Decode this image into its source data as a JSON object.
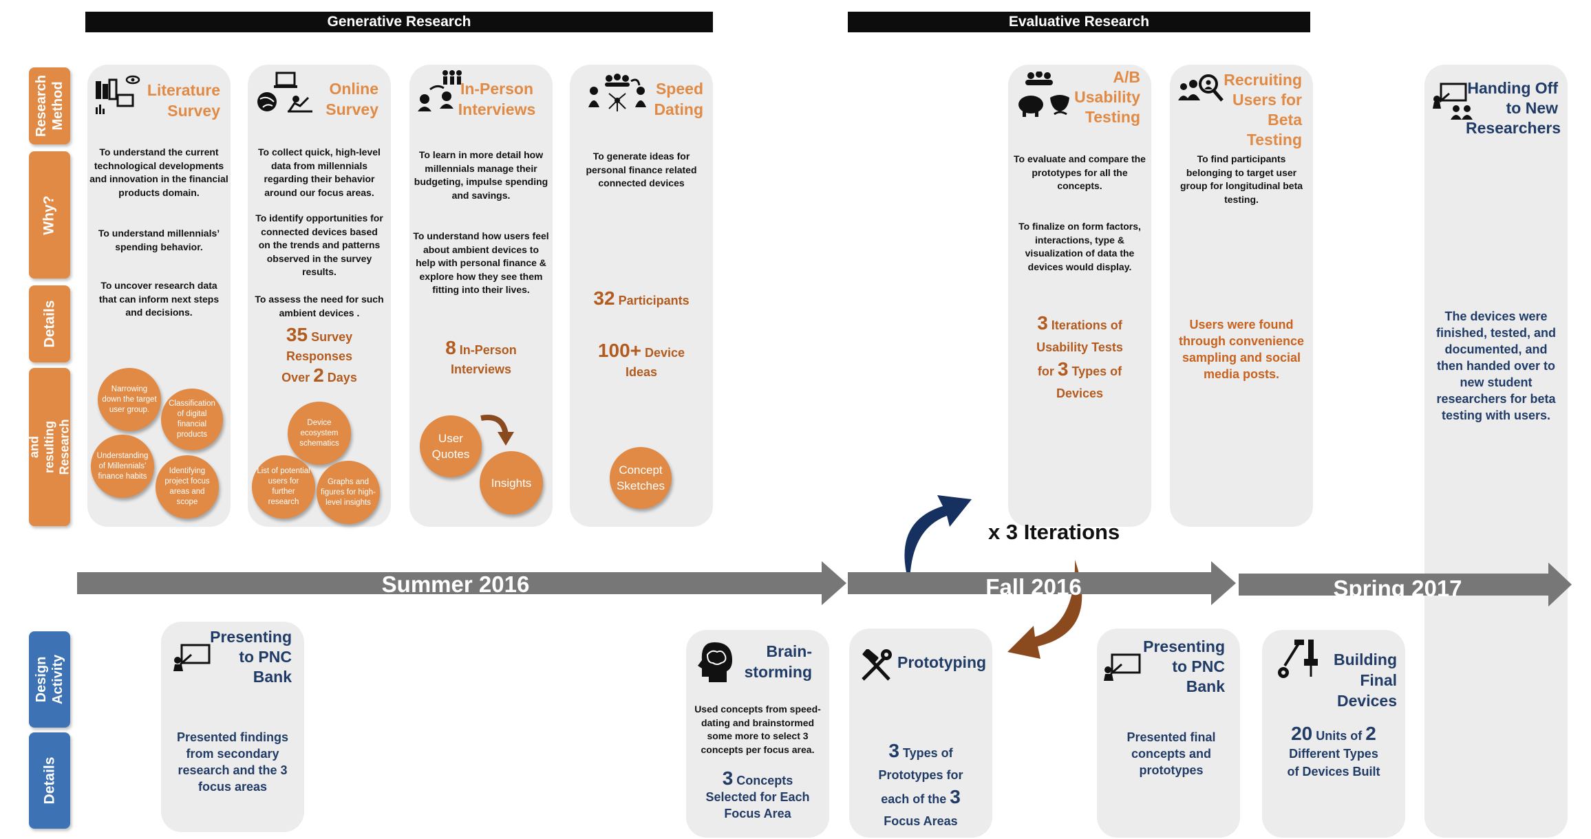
{
  "phases": {
    "generative": "Generative Research",
    "evaluative": "Evaluative Research"
  },
  "row_labels": {
    "research_method": "Research Method",
    "why": "Why?",
    "details": "Details",
    "synthesis": "Synthesis and resulting Research Artifacts",
    "design_activity": "Design Activity",
    "details_bottom": "Details"
  },
  "timeline": {
    "summer": "Summer 2016",
    "fall": "Fall 2016",
    "spring": "Spring 2017"
  },
  "iterations_label": "x 3 Iterations",
  "research": {
    "literature": {
      "title": [
        "Literature",
        "Survey"
      ],
      "why": [
        "To understand the current technological developments and innovation in the financial products domain.",
        "To understand millennials’ spending behavior.",
        "To uncover research data that can inform next steps and decisions."
      ],
      "bubbles": [
        "Narrowing down the target user group.",
        "Classification of digital financial products",
        "Understanding of Millennials’ finance habits",
        "Identifying project focus areas and scope"
      ]
    },
    "online": {
      "title": [
        "Online",
        "Survey"
      ],
      "why": [
        "To collect quick, high-level data from millennials regarding their behavior around our focus areas.",
        "To identify opportunities for connected devices based on the trends and patterns observed in the survey results.",
        "To assess the need for such ambient devices ."
      ],
      "stat_num": "35",
      "stat_a": "Survey",
      "stat_b": "Responses",
      "stat_c": "Over",
      "stat_num2": "2",
      "stat_d": "Days",
      "bubbles": [
        "Device ecosystem schematics",
        "List of potential users for further research",
        "Graphs and figures for high-level insights"
      ]
    },
    "interviews": {
      "title": [
        "In-Person",
        "Interviews"
      ],
      "why": [
        "To learn in more detail how millennials manage their budgeting, impulse spending and savings.",
        "To understand how users feel about ambient devices to help with personal finance & explore how they see them fitting into their lives."
      ],
      "stat_num": "8",
      "stat_a": "In-Person",
      "stat_b": "Interviews",
      "bubbles": [
        "User Quotes",
        "Insights"
      ]
    },
    "speed": {
      "title": [
        "Speed",
        "Dating"
      ],
      "why": [
        "To generate ideas for personal finance related connected devices"
      ],
      "stat1_num": "32",
      "stat1_text": "Participants",
      "stat2_num": "100+",
      "stat2_a": "Device",
      "stat2_b": "Ideas",
      "bubbles": [
        "Concept Sketches"
      ]
    },
    "ab": {
      "title": [
        "A/B",
        "Usability",
        "Testing"
      ],
      "why": [
        "To evaluate and compare the prototypes for all the concepts.",
        "To finalize on form factors, interactions,  type & visualization of data the devices would display."
      ],
      "stat_num": "3",
      "stat_a": "Iterations of",
      "stat_b": "Usability Tests",
      "stat_c": "for",
      "stat_num2": "3",
      "stat_d": "Types of",
      "stat_e": "Devices"
    },
    "recruiting": {
      "title": [
        "Recruiting",
        "Users for",
        "Beta Testing"
      ],
      "why": [
        "To find participants belonging to target user group for longitudinal beta testing."
      ],
      "detail": "Users were found through convenience sampling and social media posts."
    },
    "handoff": {
      "title": [
        "Handing Off",
        "to New",
        "Researchers"
      ],
      "detail": "The devices were finished, tested, and documented, and then handed over to new student researchers for beta testing with users."
    }
  },
  "design": {
    "present1": {
      "title": [
        "Presenting",
        "to PNC",
        "Bank"
      ],
      "detail": "Presented findings from secondary research and the 3 focus areas"
    },
    "brainstorm": {
      "title": [
        "Brain-",
        "storming"
      ],
      "desc": "Used  concepts from speed-dating and brainstormed some more to select 3 concepts per focus area.",
      "stat_num": "3",
      "stat_a": "Concepts",
      "stat_b": "Selected for Each",
      "stat_c": "Focus Area"
    },
    "prototyping": {
      "title": "Prototyping",
      "stat_num": "3",
      "stat_a": "Types of",
      "stat_b": "Prototypes for",
      "stat_c": "each of the",
      "stat_num2": "3",
      "stat_d": "Focus Areas"
    },
    "present2": {
      "title": [
        "Presenting",
        "to PNC",
        "Bank"
      ],
      "detail": "Presented final concepts and prototypes"
    },
    "building": {
      "title": [
        "Building",
        "Final Devices"
      ],
      "stat_num": "20",
      "stat_a": "Units of",
      "stat_num2": "2",
      "stat_b": "Different Types",
      "stat_c": "of Devices Built"
    }
  },
  "icons": {
    "literature": "books-eye-chart-icon",
    "online": "globe-laptop-user-icon",
    "interviews": "people-exchange-icon",
    "speed": "group-network-icon",
    "ab": "audience-piggybank-masks-icon",
    "recruiting": "magnifier-group-icon",
    "handoff": "presenter-board-group-icon",
    "present": "presenter-board-icon",
    "brainstorm": "head-brain-icon",
    "prototyping": "hammer-wrench-icon",
    "building": "tools-gear-drill-icon"
  },
  "colors": {
    "orange": "#e08a45",
    "dark_orange": "#b35b1e",
    "navy": "#203b66",
    "tab_blue": "#3d73b5",
    "card": "#ececec",
    "arrow": "#777777",
    "curve_blue": "#16305f",
    "curve_brown": "#8a4a1e"
  }
}
